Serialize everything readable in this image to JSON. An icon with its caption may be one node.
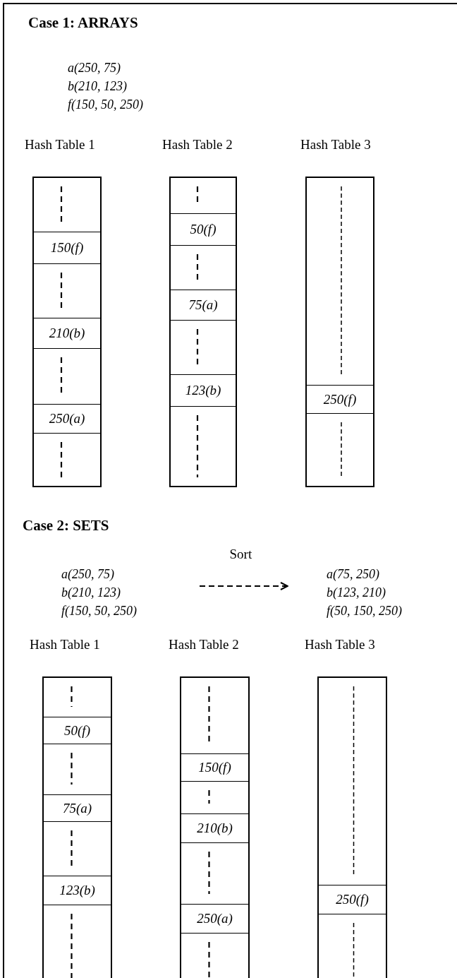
{
  "diagram": {
    "nodes": [
      {
        "text": [
          "Hash Table 1"
        ]
      },
      {
        "text": [
          "150(f)"
        ],
        "in": 0
      },
      {
        "text": [
          "210(b)"
        ],
        "in": 0
      },
      {
        "text": [
          "250(a)"
        ],
        "in": 0
      },
      {
        "text": [
          "Hash Table 2"
        ]
      },
      {
        "text": [
          "50(f)"
        ],
        "in": 4
      },
      {
        "text": [
          "75(a)"
        ],
        "in": 4
      },
      {
        "text": [
          "123(b)"
        ],
        "in": 4
      },
      {
        "text": [
          "Hash Table 3"
        ]
      },
      {
        "text": [
          "250(f)"
        ],
        "in": 8
      },
      {
        "text": [
          "a(250, 75)",
          "b(210, 123)",
          "f(150, 50, 250)"
        ]
      },
      {
        "text": [
          "a(75, 250)",
          "b(123, 210)",
          "f(50, 150, 250)"
        ]
      },
      {
        "text": [
          "Hash Table 1"
        ]
      },
      {
        "text": [
          "50(f)"
        ],
        "in": 12
      },
      {
        "text": [
          "75(a)"
        ],
        "in": 12
      },
      {
        "text": [
          "123(b)"
        ],
        "in": 12
      },
      {
        "text": [
          "Hash Table 2"
        ]
      },
      {
        "text": [
          "150(f)"
        ],
        "in": 16
      },
      {
        "text": [
          "210(b)"
        ],
        "in": 16
      },
      {
        "text": [
          "250(a)"
        ],
        "in": 16
      },
      {
        "text": [
          "Hash Table 3"
        ]
      },
      {
        "text": [
          "250(f)"
        ],
        "in": 20
      }
    ],
    "edges": [
      {
        "from": 10,
        "to": 11,
        "arrow": "to",
        "label": "Sort",
        "style": "dashed"
      }
    ],
    "labels": [
      "Case 1: ARRAYS",
      "a(250, 75)",
      "b(210, 123)",
      "f(150, 50, 250)",
      "Case 2: SETS"
    ]
  }
}
